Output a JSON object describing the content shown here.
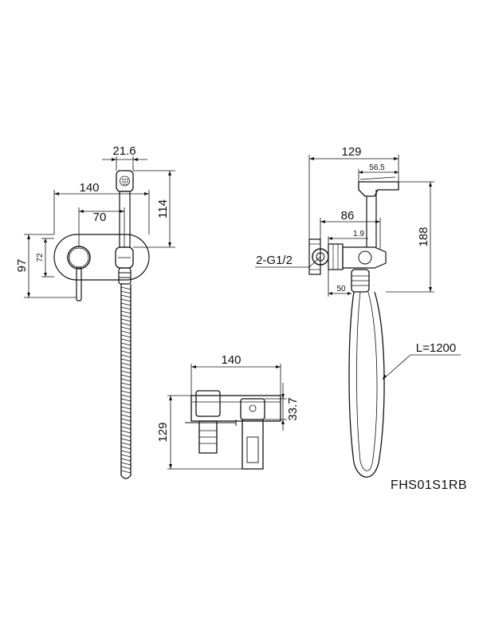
{
  "front_view": {
    "dim_width_spray": "21.6",
    "dim_width_total": "140",
    "dim_width_plate": "70",
    "dim_height_spray": "114",
    "dim_height_total": "97",
    "dim_height_plate": "72"
  },
  "side_view": {
    "dim_depth_total": "129",
    "dim_depth_spray": "56.5",
    "dim_depth_body": "86",
    "dim_small": "1.9",
    "dim_height": "188",
    "dim_thread": "2-G1/2",
    "dim_nut": "50",
    "hose_length": "L=1200"
  },
  "box_view": {
    "dim_width": "140",
    "dim_height": "129",
    "dim_offset": "33.7"
  },
  "model_code": "FHS01S1RB",
  "colors": {
    "line": "#111111",
    "background": "#ffffff"
  }
}
